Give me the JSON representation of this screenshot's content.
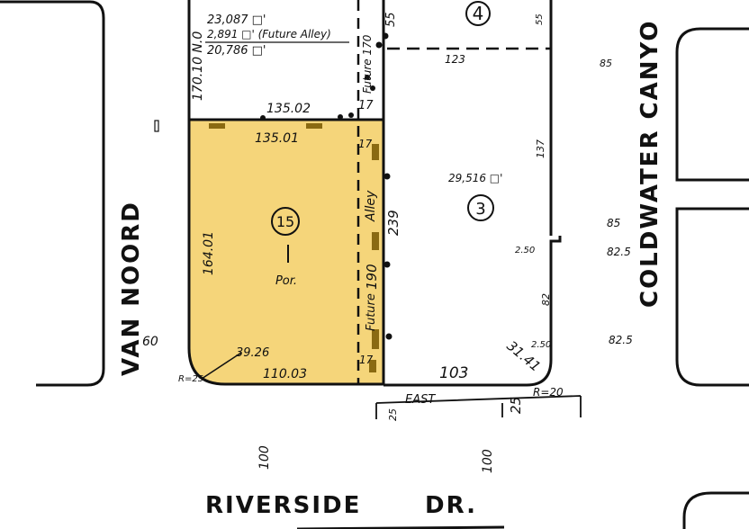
{
  "colors": {
    "parcel_fill": "#F5D57A",
    "parcel_border": "#8A6A12",
    "line": "#111111",
    "background": "#FFFFFF"
  },
  "streets": {
    "van_noord": "VAN NOORD",
    "coldwater": "COLDWATER CANYO",
    "riverside": "RIVERSIDE",
    "riverside_suffix": "DR."
  },
  "parcels": {
    "p4": {
      "number": "4"
    },
    "p15": {
      "number": "15",
      "note": "Por."
    },
    "p3": {
      "number": "3",
      "area": "29,516 □'"
    }
  },
  "area_notes": {
    "line1": "23,087 □'",
    "line2": "2,891 □' (Future Alley)",
    "line3": "20,786 □'",
    "side": "170.10 N.0"
  },
  "dimensions": {
    "top_left": "135.02",
    "parcel_top": "135.01",
    "parcel_left": "164.01",
    "parcel_bottom": "110.03",
    "arc_len": "39.26",
    "radius_left": "R=25",
    "alley_top_17a": "17",
    "alley_top_17b": "17",
    "alley_bottom_17": "17",
    "alley_190": "190",
    "alley_239": "239",
    "future_alley": "Future",
    "alley_word": "Alley",
    "future_upper": "Future 170",
    "d55_a": "55",
    "d55_b": "55",
    "d123": "123",
    "d85_top": "85",
    "d137": "137",
    "d85": "85",
    "d82_5a": "82.5",
    "d2_50a": "2.50",
    "d82": "82",
    "d2_50b": "2.50",
    "d82_5b": "82.5",
    "d31_41": "31.41",
    "radius_right": "R=20",
    "d103": "103",
    "d60": "60",
    "d25_left": "25",
    "east": "EAST",
    "d25_right": "25",
    "d100_left": "100",
    "d100_right": "100"
  }
}
